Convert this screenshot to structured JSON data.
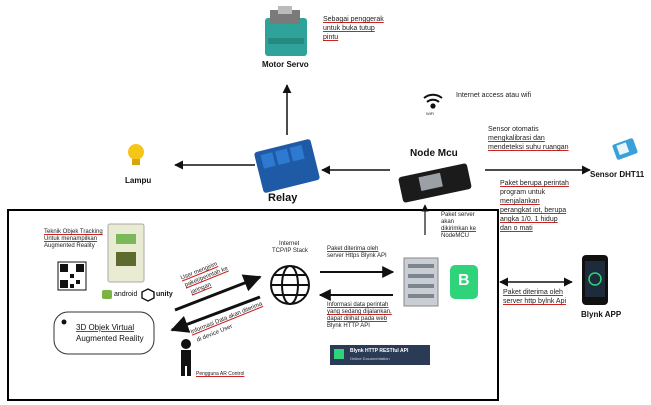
{
  "nodes": {
    "motor_servo": {
      "title": "Motor Servo",
      "note_line1": "Sebagai penggerak",
      "note_line2": "untuk buka tutup",
      "note_line3": "pintu"
    },
    "lampu": {
      "title": "Lampu"
    },
    "relay": {
      "title": "Relay"
    },
    "node_mcu": {
      "title": "Node Mcu"
    },
    "internet_access": {
      "text": "Internet access atau wifi"
    },
    "sensor_dht11": {
      "title": "Sensor DHT11"
    },
    "sensor_note": {
      "line1": "Sensor otomatis",
      "line2": "mengkalibrasi dan",
      "line3": "mendeteksi suhu ruangan"
    },
    "paket_perintah": {
      "line1": "Paket berupa perintah",
      "line2": "program untuk",
      "line3": "menjalankan",
      "line4": "perangkat iot, berupa",
      "line5": "angka 1/0. 1 hidup",
      "line6": "dan o mati"
    },
    "paket_server": {
      "line1": "Paket server",
      "line2": "akan",
      "line3": "dikirimkan ke",
      "line4": "NodeMCU"
    },
    "blynk_app": {
      "title": "Blynk APP",
      "note_line1": "Paket diterima oleh",
      "note_line2": "server http bylnk Api"
    },
    "teknik_objek": {
      "line1": "Teknik Objek Tracking",
      "line2": "Untuk menampilkan",
      "line3": "Augmented Reality"
    },
    "ar_box": {
      "line1": "3D Objek Virtual",
      "line2": "Augmented Reality"
    },
    "logos": {
      "android": "android",
      "unity": "unity"
    },
    "user_to_internet": {
      "line1": "User mengirim",
      "line2": "paket/perintah ke",
      "line3": "jaringan"
    },
    "internet_to_user": {
      "line1": "Informasi Data akan diterima",
      "line2": "di device User"
    },
    "internet": {
      "line1": "Internet",
      "line2": "TCP/IP Stack"
    },
    "paket_diterima_https": {
      "line1": "Paket diterima oleh",
      "line2": "server Https Blynk API"
    },
    "informasi_data": {
      "line1": "Informasi data perintah",
      "line2": "yang sedang dijalankan,",
      "line3": "dapat dilihat pada web",
      "line4": "Blynk HTTP API"
    },
    "blynk_api_banner": {
      "title": "Blynk HTTP RESTful API",
      "subtitle": "Online Documentation"
    },
    "pengguna": {
      "label": "Pengguna AR Control"
    },
    "blynk_logo": {
      "letter": "B"
    },
    "wifi_small": {
      "text": "WiFi"
    }
  },
  "colors": {
    "arrow": "#111111",
    "blynk_green": "#2fd37a",
    "banner": "#2b3a55",
    "bulb": "#f5c518"
  }
}
